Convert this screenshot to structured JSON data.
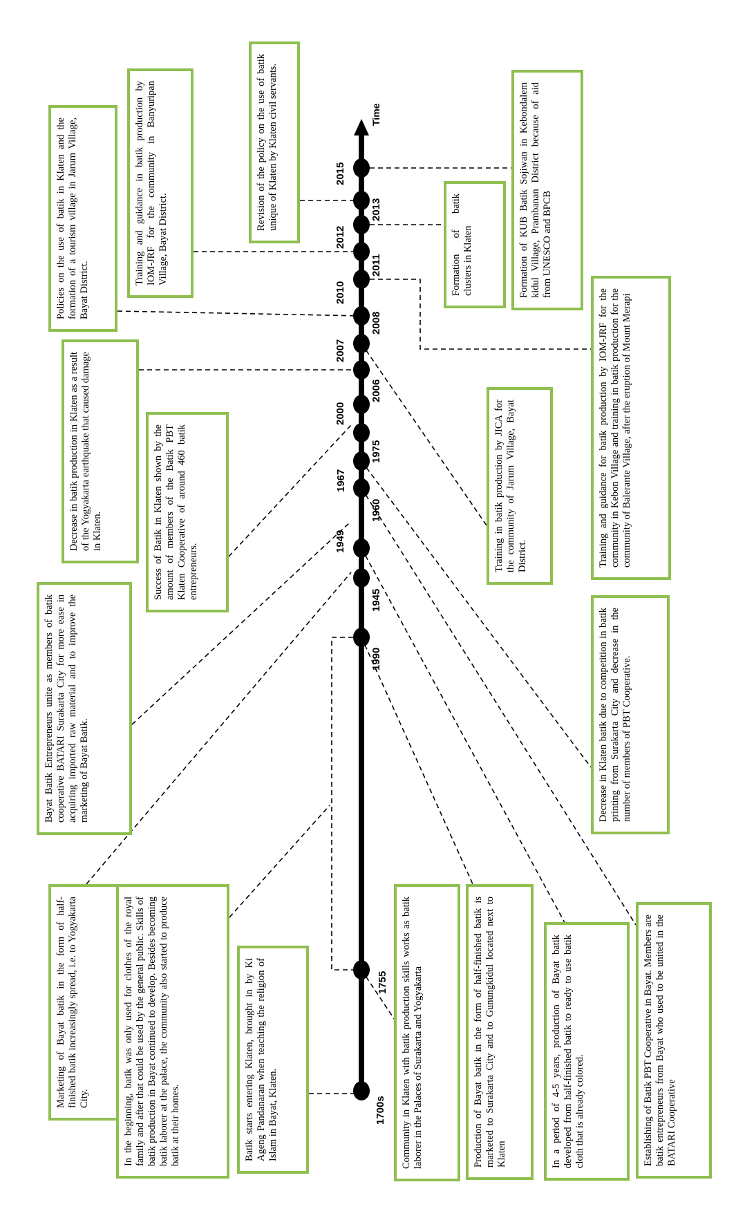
{
  "axis": {
    "label": "Time"
  },
  "years": [
    {
      "label": "1700s"
    },
    {
      "label": "1755"
    },
    {
      "label": "1990"
    },
    {
      "label": "1945"
    },
    {
      "label": "1949"
    },
    {
      "label": "1960"
    },
    {
      "label": "1967"
    },
    {
      "label": "1975"
    },
    {
      "label": "2000"
    },
    {
      "label": "2006"
    },
    {
      "label": "2007"
    },
    {
      "label": "2008"
    },
    {
      "label": "2010"
    },
    {
      "label": "2011"
    },
    {
      "label": "2012"
    },
    {
      "label": "2013"
    },
    {
      "label": "2015"
    }
  ],
  "events": [
    {
      "text": "Policies on the use of batik in Klaten and the formation of a tourism village in Jarum Village, Bayat District."
    },
    {
      "text": "Training and guidance in batik production by IOM-JRF for the community in Banyuripan Village, Bayat District."
    },
    {
      "text": "Revision of the policy on the use of batik unique of Klaten by Klaten civil servants."
    },
    {
      "text": "Formation of batik clusters in Klaten"
    },
    {
      "text": "Formation of KUB Batik Sojiwan in Kebondalem kidul Village, Prambanan District because of aid from UNESCO and BPCB"
    },
    {
      "text": "Decrease in batik production in Klaten as a result of the Yogyakarta earthquake that caused damage in Klaten."
    },
    {
      "text": "Success of Batik in Klaten shown by the amount of members of the Batik PBT Klaten Cooperative of around 460 batik entrepreneurs."
    },
    {
      "text": "Training in batik production by JICA for the community of Jarum Village, Bayat District."
    },
    {
      "text": "Training and guidance for batik production by IOM-JRF for the community in Kebon Village and training in batik production for the community of Balerante Village, after the eruption of Mount Merapi"
    },
    {
      "text": "Bayat Batik Entrepreneurs unite as members of batik cooperative BATARI Surakarta City for more ease in acquiring imported raw material and to improve the marketing of Bayat Batik."
    },
    {
      "text": "Decrease in Klaten batik due to competition in batik printing from Surakarta City and decrease in the number of members of PBT Cooperative."
    },
    {
      "text": "Marketing of Bayat batik in the form of half-finished batik increasingly spread, i.e. to Yogyakarta City."
    },
    {
      "text": "In the beginning, batik was only used for clothes of the royal family and after that could be used by the general public. Skills of batik production in Bayat continued to develop. Besides becoming batik laborer at the palace, the community also started to produce batik at their homes."
    },
    {
      "text": "Batik starts entering Klaten, brought in by Ki Ageng Pandanaran when teaching the religion of Islam in Bayat, Klaten."
    },
    {
      "text": "Community in Klaten with batik production skills works as batik laborer in the Palaces of Surakarta and Yogyakarta"
    },
    {
      "text": "Production of Bayat batik in the form of half-finished batik is marketed to Surakarta City and to Gunungkidul located next to Klaten"
    },
    {
      "text": "In a period of 4-5 years, production of Bayat batik developed from half-finished batik to ready to use batik cloth that is already colored."
    },
    {
      "text": "Establishing of Batik PBT Cooperative in Bayat. Members are batik entrepreneurs from Bayat who used to be united in the BATARI Cooperative"
    }
  ],
  "colors": {
    "box_border": "#8fbf50",
    "line": "#000000"
  }
}
